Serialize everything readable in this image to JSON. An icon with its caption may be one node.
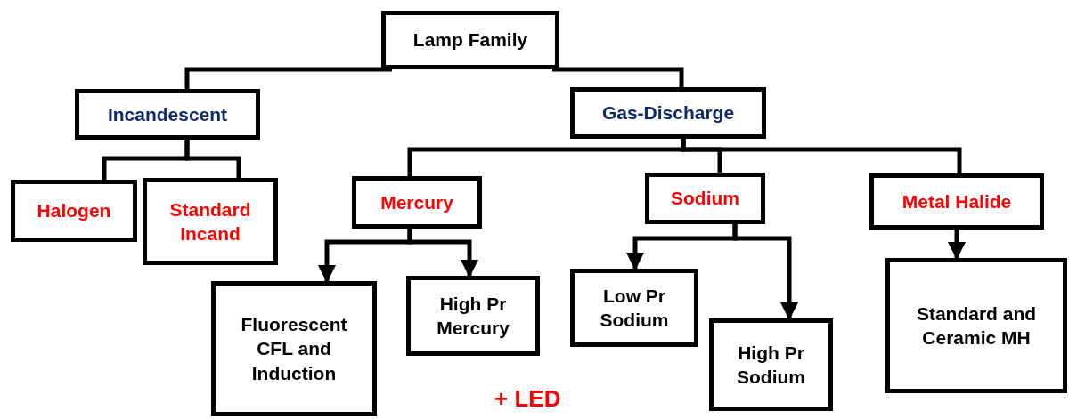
{
  "diagram": {
    "nodes": [
      {
        "text": [
          "Lamp Family"
        ]
      },
      {
        "text": [
          "Incandescent"
        ]
      },
      {
        "text": [
          "Gas-Discharge"
        ]
      },
      {
        "text": [
          "Halogen"
        ]
      },
      {
        "text": [
          "Standard Incand"
        ]
      },
      {
        "text": [
          "Mercury"
        ]
      },
      {
        "text": [
          "Sodium"
        ]
      },
      {
        "text": [
          "Metal Halide"
        ]
      },
      {
        "text": [
          "Fluorescent CFL and Induction"
        ]
      },
      {
        "text": [
          "High Pr Mercury"
        ]
      },
      {
        "text": [
          "Low Pr Sodium"
        ]
      },
      {
        "text": [
          "High Pr Sodium"
        ]
      },
      {
        "text": [
          "Standard and Ceramic MH"
        ]
      }
    ],
    "edges": [
      {
        "from": 0,
        "to": 1,
        "arrow": "none"
      },
      {
        "from": 0,
        "to": 2,
        "arrow": "none"
      },
      {
        "from": 1,
        "to": 3,
        "arrow": "none"
      },
      {
        "from": 1,
        "to": 4,
        "arrow": "none"
      },
      {
        "from": 2,
        "to": 5,
        "arrow": "none"
      },
      {
        "from": 2,
        "to": 6,
        "arrow": "none"
      },
      {
        "from": 2,
        "to": 7,
        "arrow": "none"
      },
      {
        "from": 5,
        "to": 8,
        "arrow": "to"
      },
      {
        "from": 5,
        "to": 9,
        "arrow": "to"
      },
      {
        "from": 6,
        "to": 10,
        "arrow": "to"
      },
      {
        "from": 6,
        "to": 11,
        "arrow": "to"
      },
      {
        "from": 7,
        "to": 12,
        "arrow": "to"
      }
    ],
    "labels": [
      "+ LED"
    ]
  }
}
